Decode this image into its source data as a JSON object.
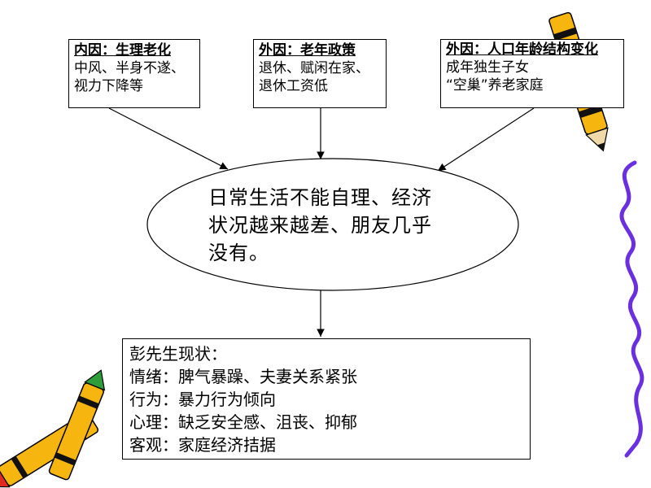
{
  "diagram": {
    "cause_internal": {
      "title": "内因：生理老化",
      "lines": [
        "中风、半身不遂、",
        "视力下降等"
      ]
    },
    "cause_policy": {
      "title": "外因：老年政策",
      "lines": [
        "退休、赋闲在家、",
        "退休工资低"
      ]
    },
    "cause_population": {
      "title": "外因：人口年龄结构变化",
      "lines": [
        "成年独生子女",
        "“空巢”养老家庭"
      ]
    },
    "central_problem": {
      "lines": [
        "日常生活不能自理、经济",
        "状况越来越差、朋友几乎",
        "没有。"
      ]
    },
    "status": {
      "heading": "彭先生现状：",
      "lines": [
        "情绪：脾气暴躁、夫妻关系紧张",
        "行为：暴力行为倾向",
        "心理：缺乏安全感、沮丧、抑郁",
        "客观：家庭经济拮据"
      ]
    }
  },
  "colors": {
    "line": "#000000",
    "crayon_body": "#f7b50f",
    "crayon_stripe": "#111111",
    "crayon_tip_red": "#e0281c",
    "crayon_tip_green": "#2e9e3a",
    "squiggle": "#6a2fe0"
  }
}
